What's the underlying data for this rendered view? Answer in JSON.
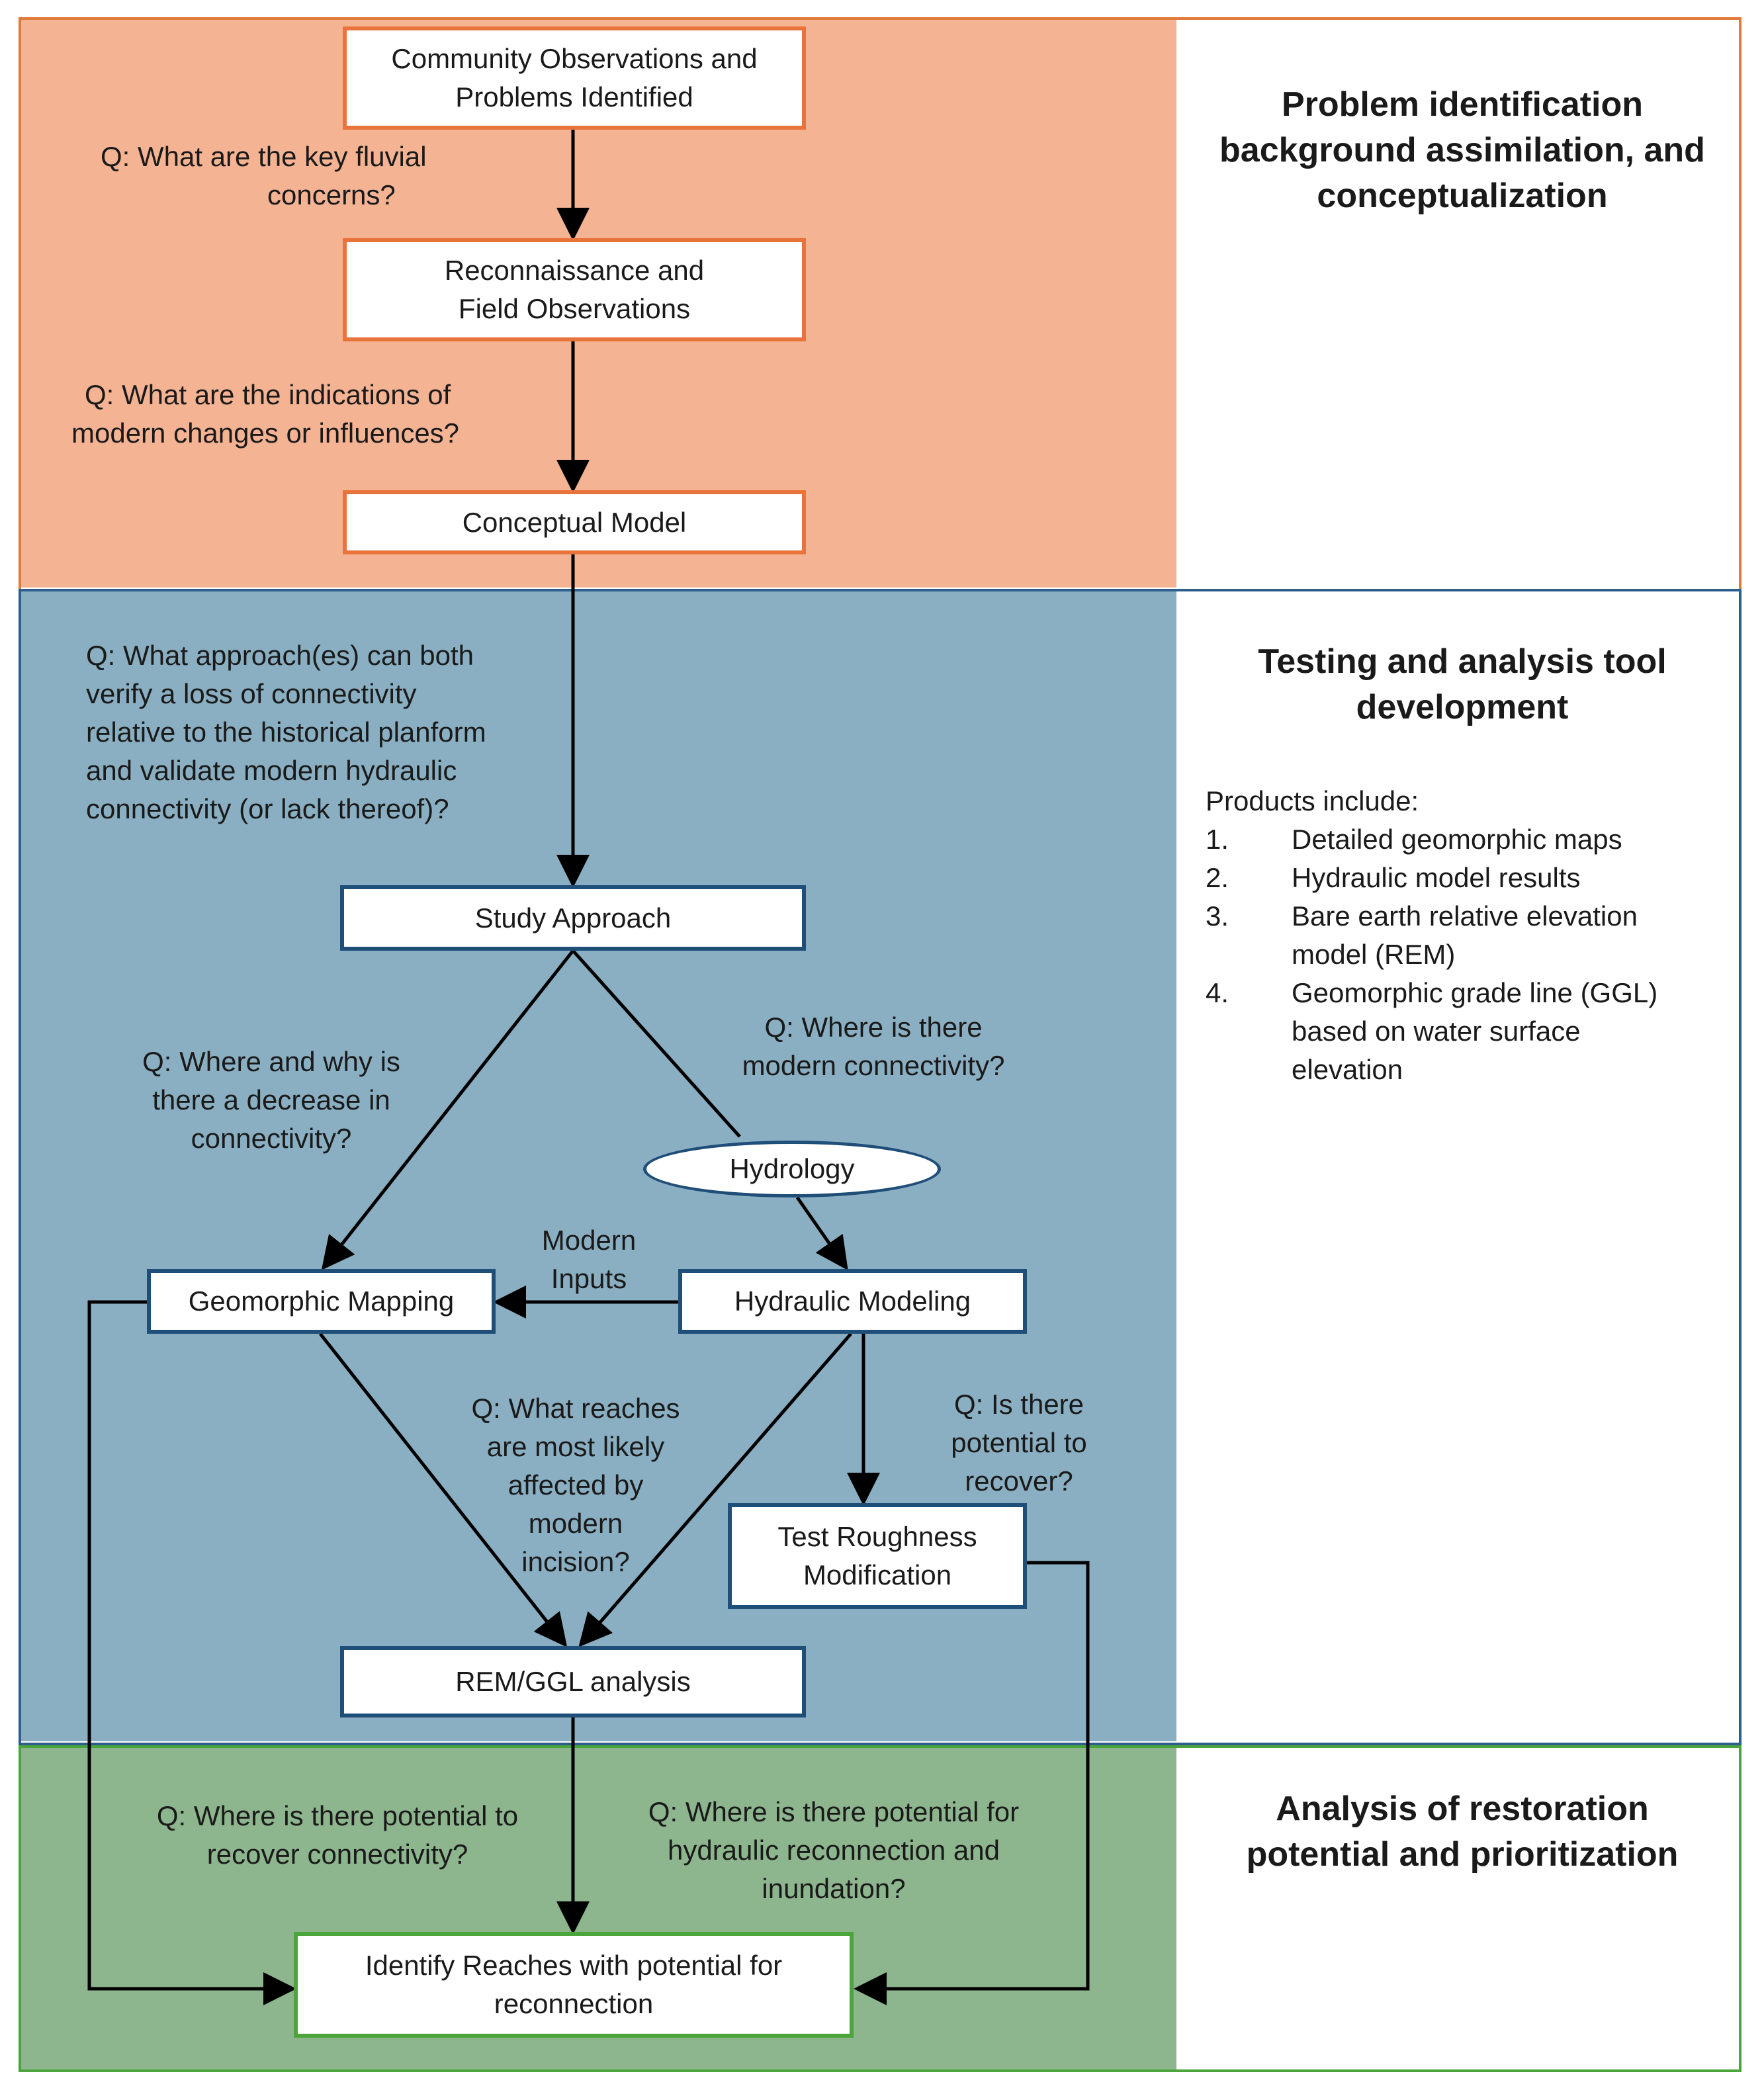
{
  "sections": {
    "problem": {
      "title_lines": [
        "Problem identification",
        "background assimilation, and",
        "conceptualization"
      ],
      "fill": "#f4b393",
      "border": "#e07b39"
    },
    "testing": {
      "title_lines": [
        "Testing and analysis tool",
        "development"
      ],
      "fill": "#8aafc2",
      "border": "#2e5e8e",
      "products_heading": "Products include:",
      "products": [
        {
          "num": "1.",
          "lines": [
            "Detailed geomorphic maps"
          ]
        },
        {
          "num": "2.",
          "lines": [
            "Hydraulic model results"
          ]
        },
        {
          "num": "3.",
          "lines": [
            "Bare earth relative elevation",
            "model (REM)"
          ]
        },
        {
          "num": "4.",
          "lines": [
            "Geomorphic grade line (GGL)",
            "based on water surface",
            "elevation"
          ]
        }
      ]
    },
    "restoration": {
      "title_lines": [
        "Analysis of restoration",
        "potential and prioritization"
      ],
      "fill": "#8db58e",
      "border": "#4aa53b"
    }
  },
  "nodes": {
    "community": [
      "Community Observations and",
      "Problems Identified"
    ],
    "recon": [
      "Reconnaissance and",
      "Field Observations"
    ],
    "conceptual": [
      "Conceptual Model"
    ],
    "study": [
      "Study Approach"
    ],
    "hydrology": [
      "Hydrology"
    ],
    "geomorphic": [
      "Geomorphic Mapping"
    ],
    "hydraulic": [
      "Hydraulic Modeling"
    ],
    "roughness": [
      "Test Roughness",
      "Modification"
    ],
    "remggl": [
      "REM/GGL analysis"
    ],
    "identify": [
      "Identify Reaches with potential for",
      "reconnection"
    ]
  },
  "questions": {
    "q1": [
      "Q: What are the key fluvial",
      "concerns?"
    ],
    "q2": [
      "Q: What are the indications of",
      "modern changes or influences?"
    ],
    "q3": [
      "Q: What approach(es) can both",
      "verify a loss of connectivity",
      "relative to the historical planform",
      "and validate modern hydraulic",
      "connectivity (or lack thereof)?"
    ],
    "q4": [
      "Q: Where and why is",
      "there a decrease in",
      "connectivity?"
    ],
    "q5": [
      "Q: Where is there",
      "modern connectivity?"
    ],
    "modern_inputs": [
      "Modern",
      "Inputs"
    ],
    "q6": [
      "Q: What reaches",
      "are most likely",
      "affected by",
      "modern",
      "incision?"
    ],
    "q7": [
      "Q: Is there",
      "potential to",
      "recover?"
    ],
    "q8": [
      "Q: Where is there potential to",
      "recover connectivity?"
    ],
    "q9": [
      "Q: Where is there potential for",
      "hydraulic reconnection and",
      "inundation?"
    ]
  },
  "colors": {
    "orange_box_border": "#e8743b",
    "blue_box_border": "#1f4e79",
    "green_box_border": "#4aa53b",
    "arrow": "#000000"
  }
}
